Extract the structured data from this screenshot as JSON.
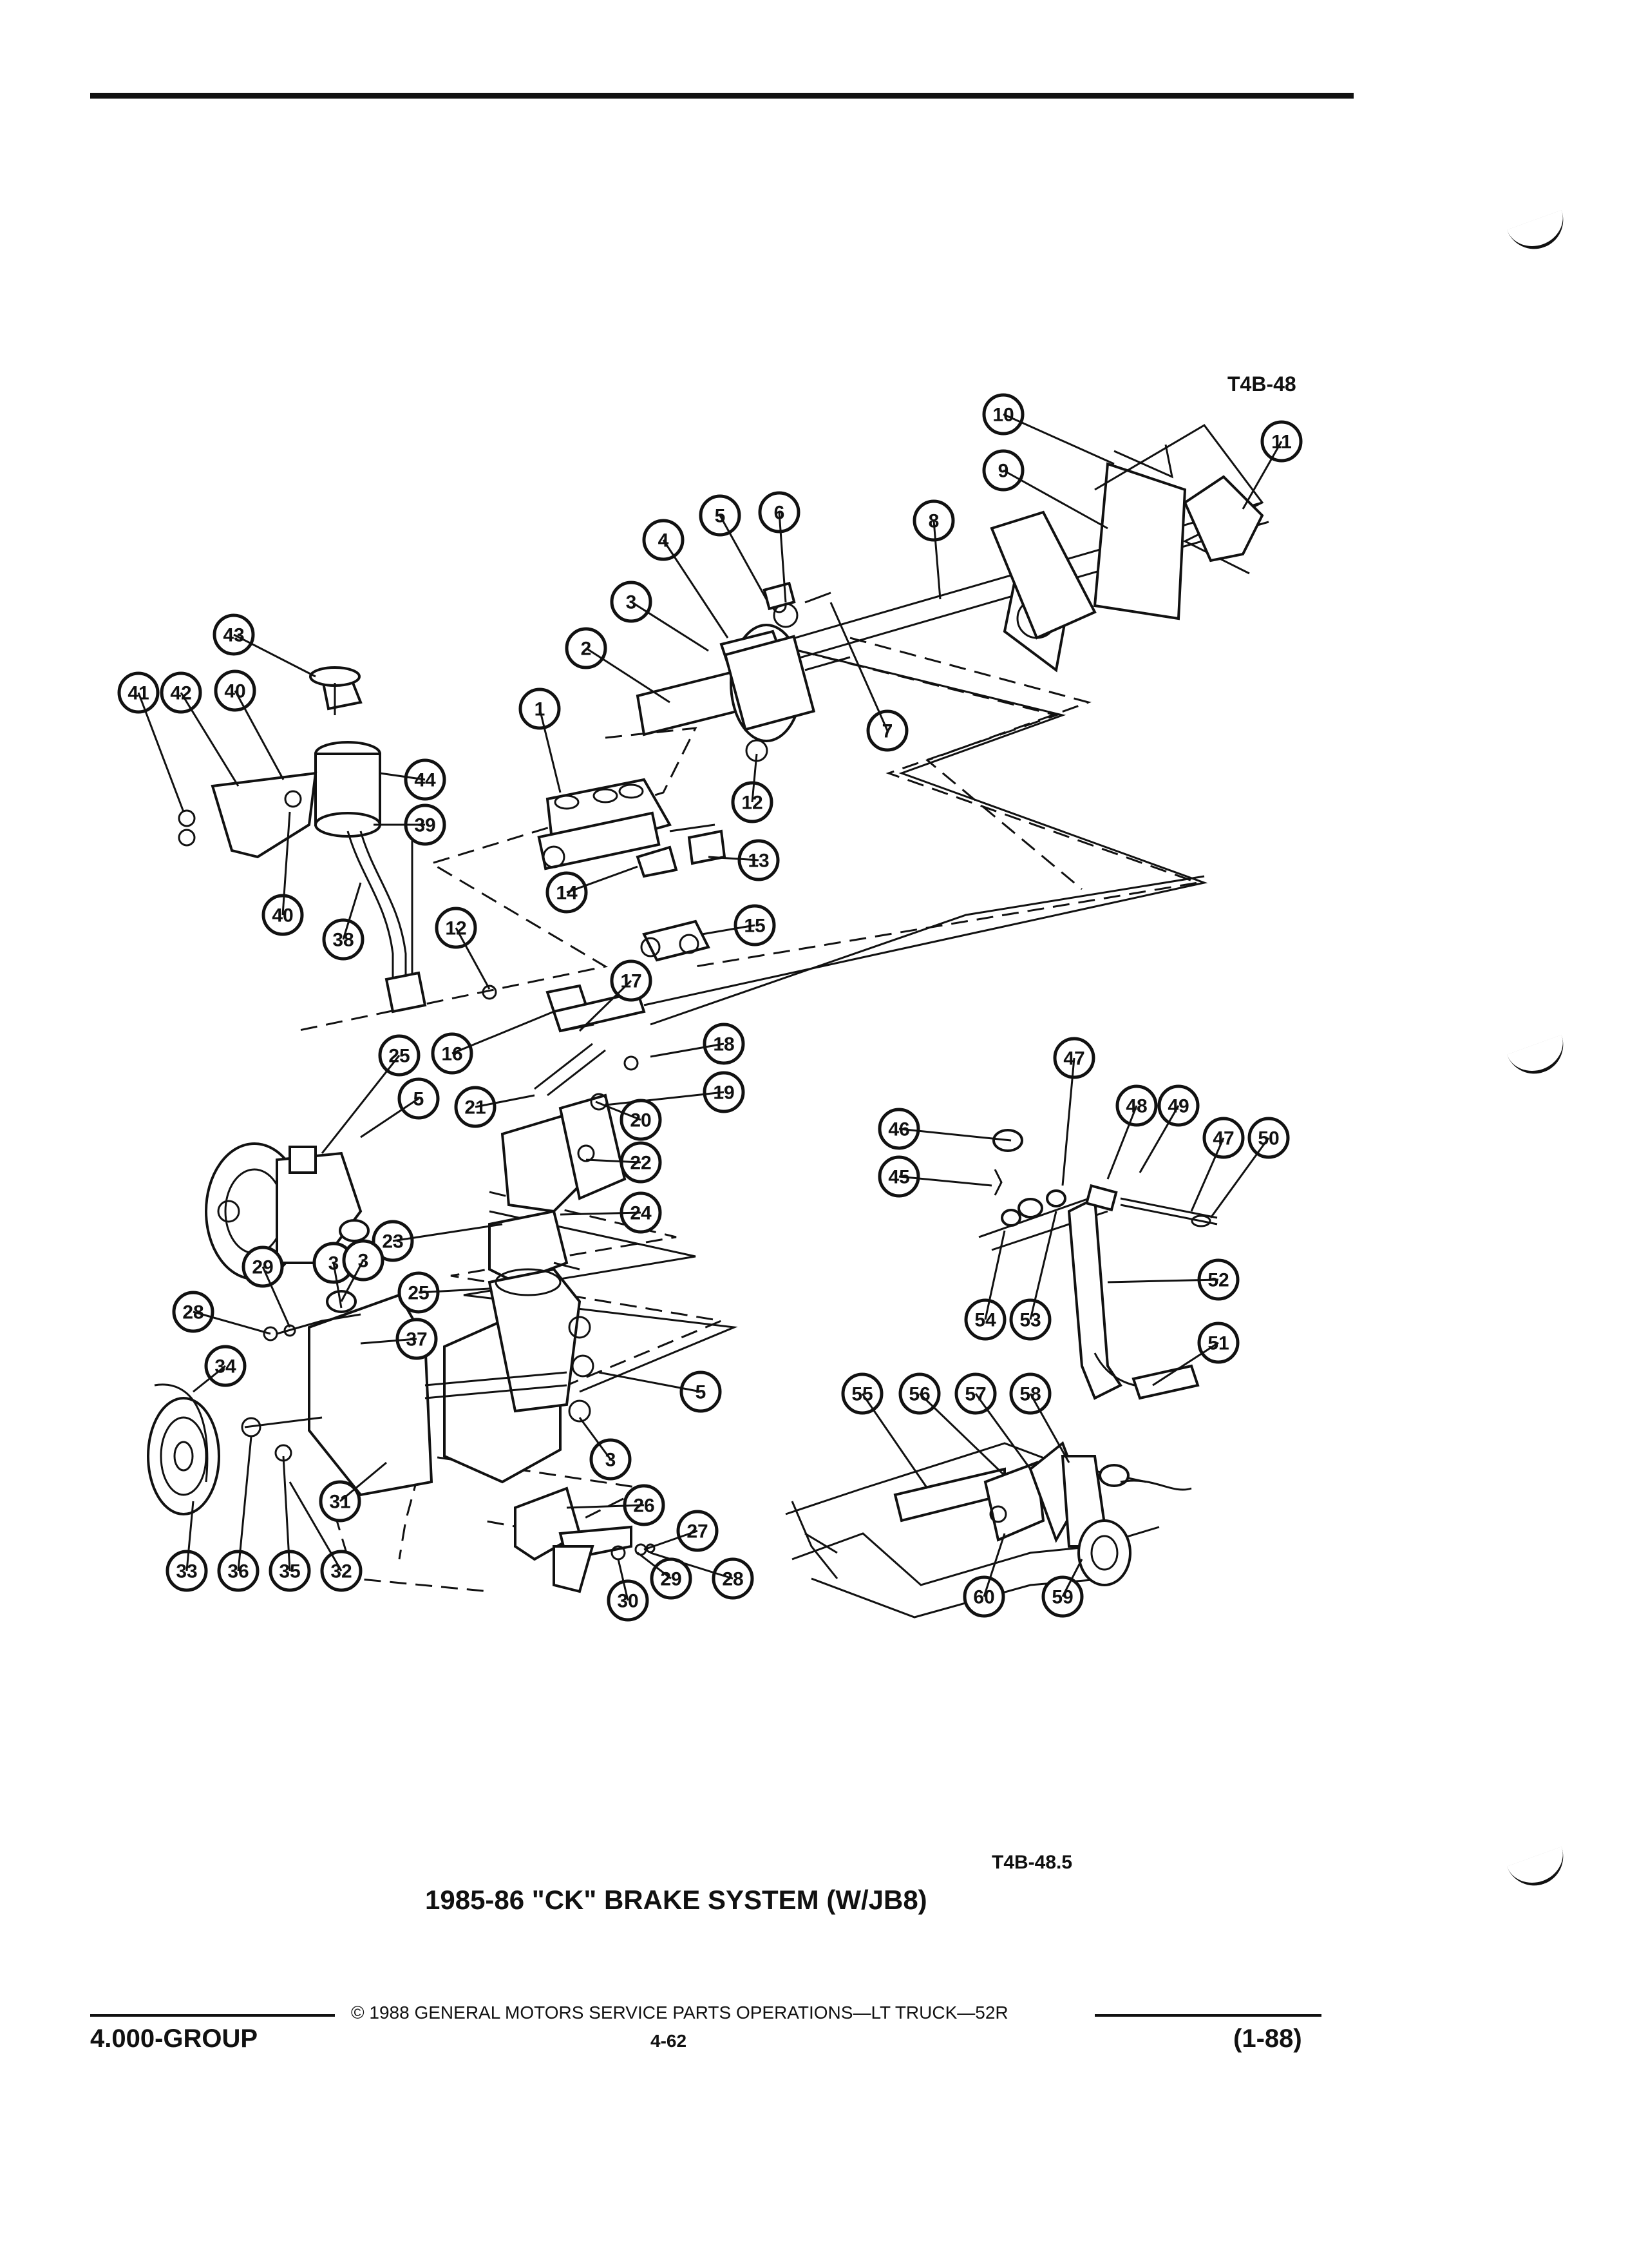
{
  "header": {
    "figure_code_top": "T4B-48"
  },
  "figure": {
    "caption_code": "T4B-48.5",
    "title": "1985-86 \"CK\" BRAKE SYSTEM (W/JB8)"
  },
  "footer": {
    "copyright": "© 1988 GENERAL MOTORS SERVICE PARTS OPERATIONS—LT TRUCK—52R",
    "group": "4.000-GROUP",
    "page": "4-62",
    "date": "(1-88)"
  },
  "callouts": [
    "1",
    "2",
    "3",
    "4",
    "5",
    "6",
    "7",
    "8",
    "9",
    "10",
    "11",
    "12",
    "13",
    "14",
    "15",
    "16",
    "17",
    "18",
    "19",
    "20",
    "21",
    "22",
    "23",
    "24",
    "25",
    "26",
    "27",
    "28",
    "29",
    "30",
    "31",
    "32",
    "33",
    "34",
    "35",
    "36",
    "37",
    "38",
    "39",
    "40",
    "41",
    "42",
    "43",
    "44",
    "45",
    "46",
    "47",
    "48",
    "49",
    "50",
    "51",
    "52",
    "53",
    "54",
    "55",
    "56",
    "57",
    "58",
    "59",
    "60"
  ]
}
